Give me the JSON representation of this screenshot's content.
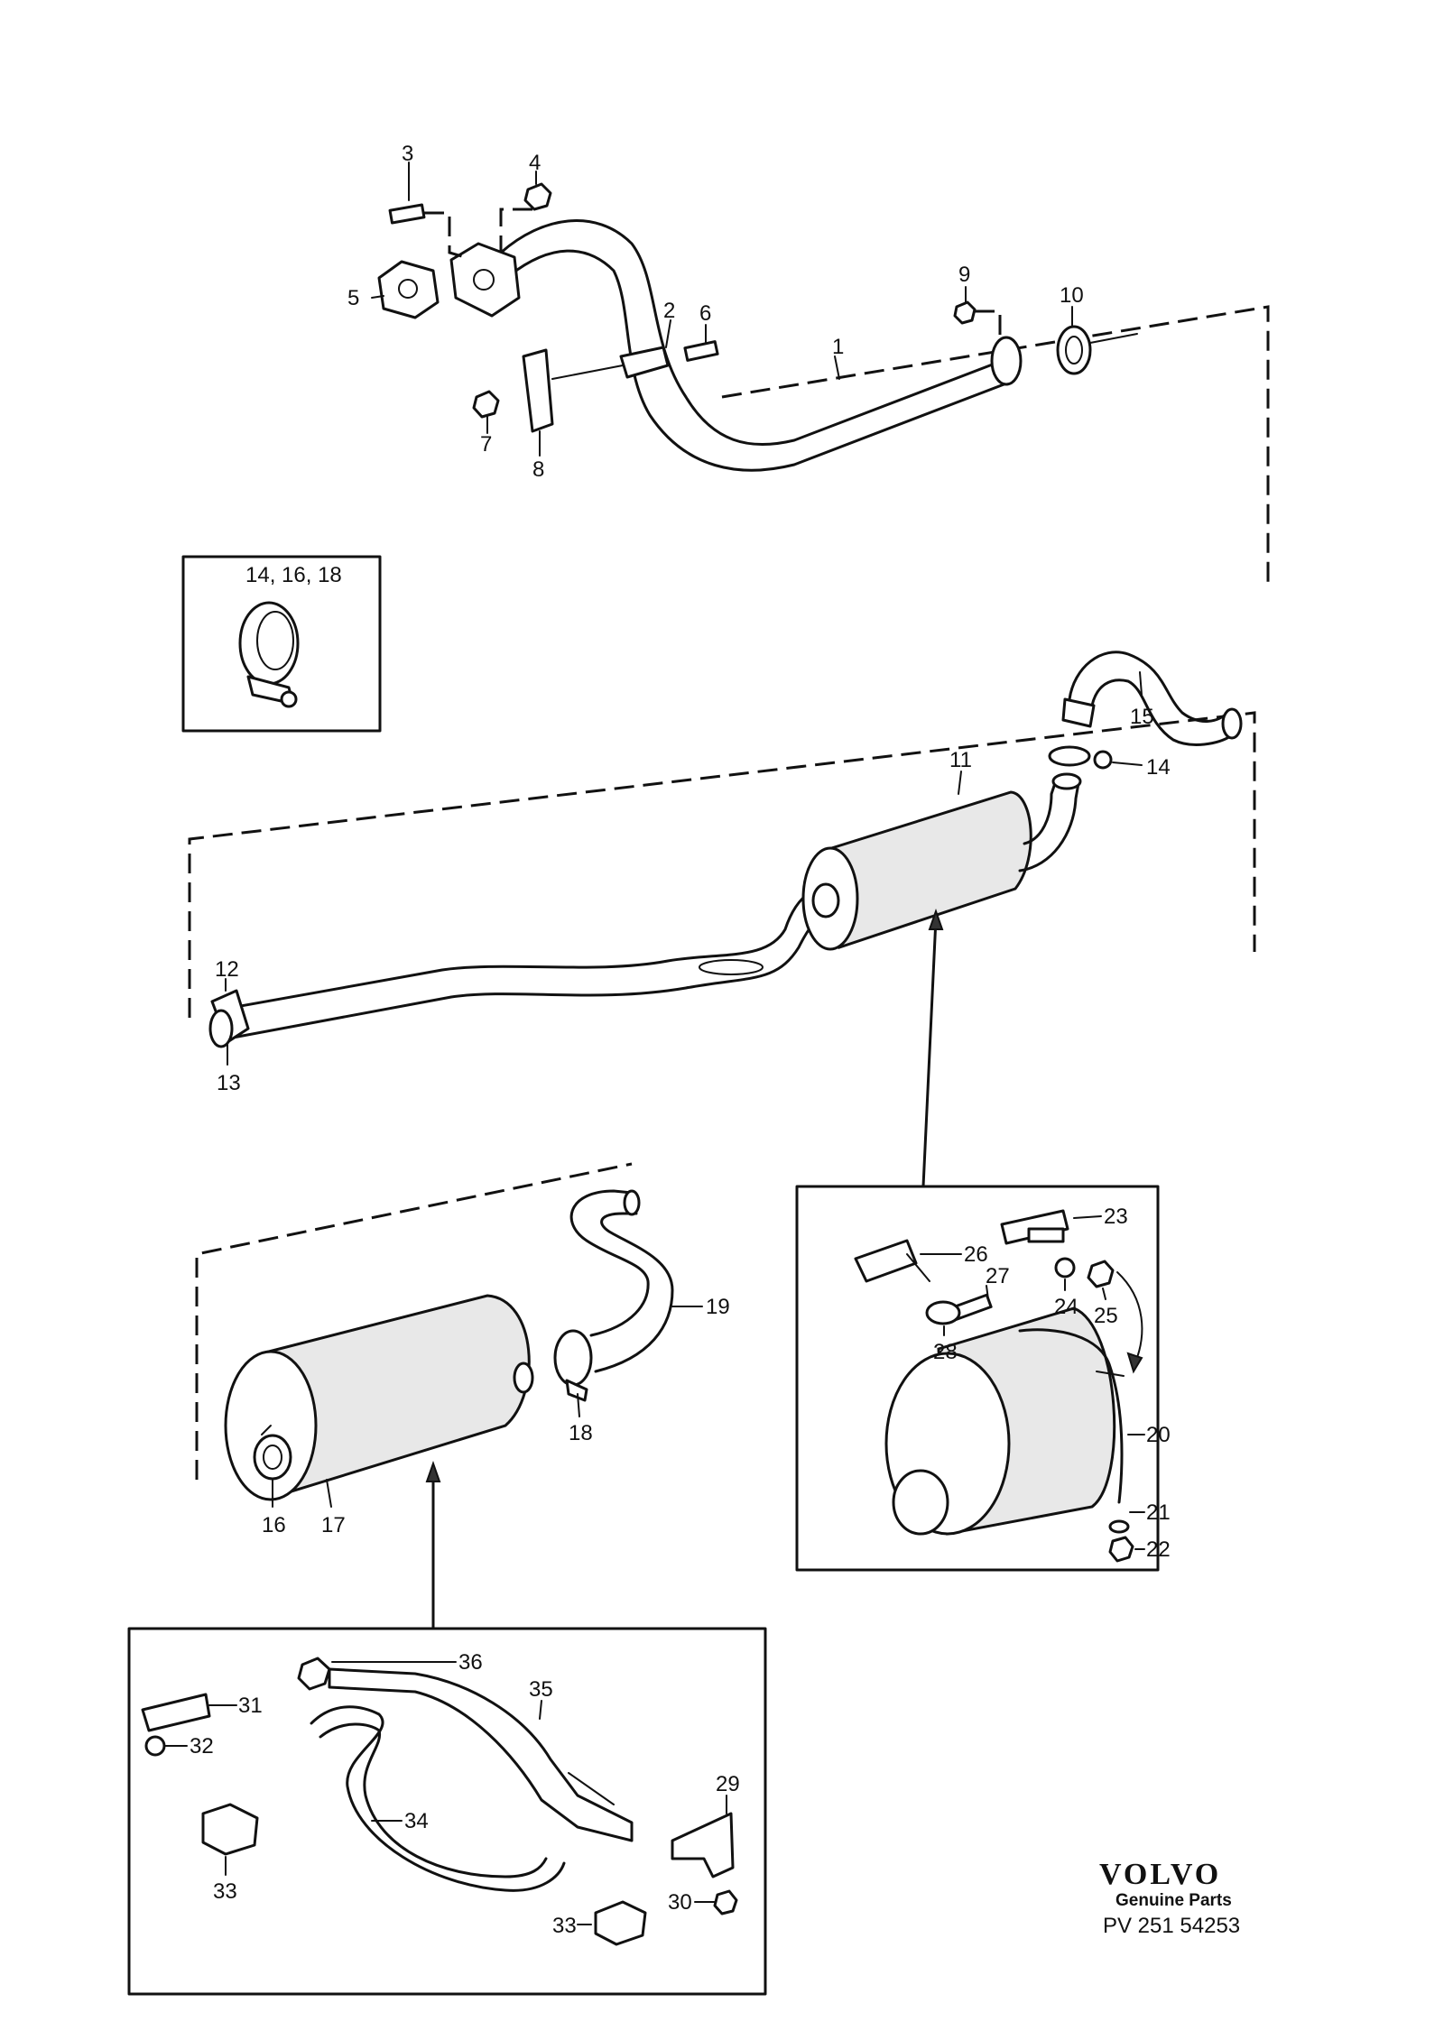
{
  "diagram": {
    "labels": {
      "n1": "1",
      "n2": "2",
      "n3": "3",
      "n4": "4",
      "n5": "5",
      "n6": "6",
      "n7": "7",
      "n8": "8",
      "n9": "9",
      "n10": "10",
      "n11": "11",
      "n12": "12",
      "n13": "13",
      "n14": "14",
      "n15": "15",
      "n16": "16",
      "n17": "17",
      "n18": "18",
      "n19": "19",
      "n20": "20",
      "n21": "21",
      "n22": "22",
      "n23": "23",
      "n24": "24",
      "n25": "25",
      "n26": "26",
      "n27": "27",
      "n28": "28",
      "n29": "29",
      "n30": "30",
      "n31": "31",
      "n32": "32",
      "n33a": "33",
      "n33b": "33",
      "n34": "34",
      "n35": "35",
      "n36": "36",
      "inset_clamp": "14, 16, 18"
    },
    "brand": {
      "name": "VOLVO",
      "subtitle": "Genuine Parts",
      "code": "PV 251 54253"
    }
  }
}
